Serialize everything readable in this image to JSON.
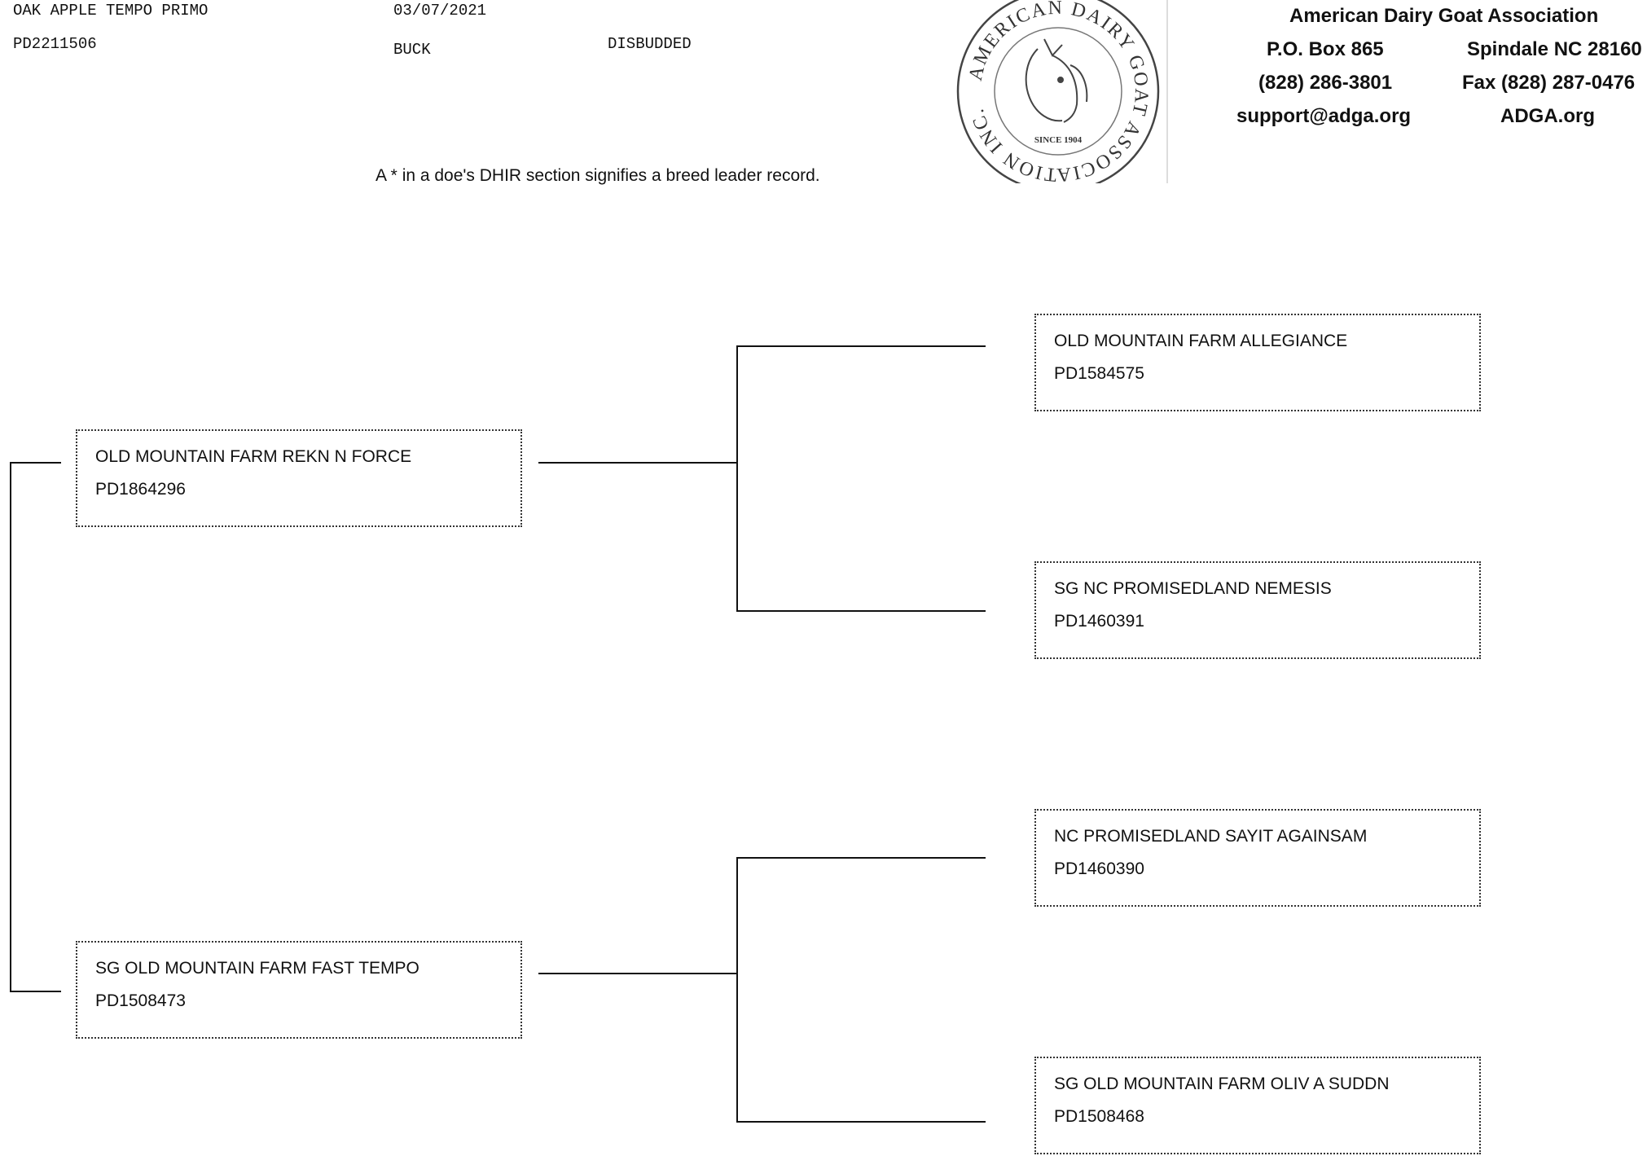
{
  "animal": {
    "name": "OAK APPLE TEMPO PRIMO",
    "registration": "PD2211506",
    "birth_date": "03/07/2021",
    "sex": "BUCK",
    "horn_status": "DISBUDDED"
  },
  "org": {
    "name": "American Dairy Goat Association",
    "po_box": "P.O. Box 865",
    "city": "Spindale NC 28160",
    "phone": "(828) 286-3801",
    "fax": "Fax (828) 287-0476",
    "email": "support@adga.org",
    "website": "ADGA.org"
  },
  "logo": {
    "ring_text": "AMERICAN DAIRY GOAT ASSOCIATION INC.",
    "since": "SINCE 1904"
  },
  "note": "A * in a doe's DHIR section signifies a breed leader record.",
  "pedigree": {
    "sire": {
      "name": "OLD MOUNTAIN FARM REKN N FORCE",
      "reg": "PD1864296"
    },
    "dam": {
      "name": "SG OLD MOUNTAIN FARM FAST TEMPO",
      "reg": "PD1508473"
    },
    "sire_sire": {
      "name": "OLD MOUNTAIN FARM ALLEGIANCE",
      "reg": "PD1584575"
    },
    "sire_dam": {
      "name": "SG NC PROMISEDLAND NEMESIS",
      "reg": "PD1460391"
    },
    "dam_sire": {
      "name": "NC PROMISEDLAND SAYIT AGAINSAM",
      "reg": "PD1460390"
    },
    "dam_dam": {
      "name": "SG OLD MOUNTAIN FARM OLIV A SUDDN",
      "reg": "PD1508468"
    }
  }
}
